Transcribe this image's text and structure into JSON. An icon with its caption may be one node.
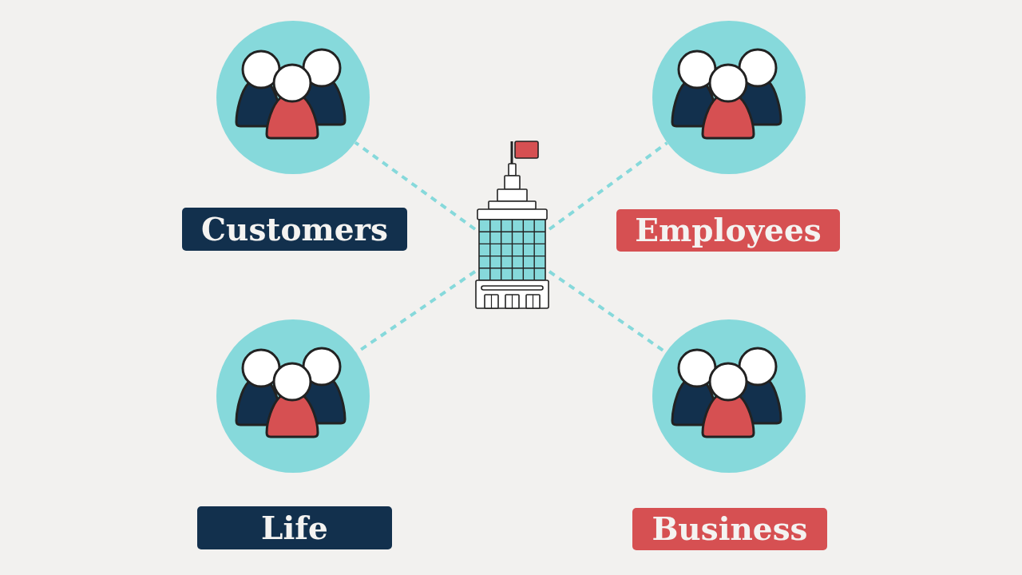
{
  "diagram": {
    "nodes": [
      {
        "text": [],
        "shape": "picture"
      },
      {
        "text": [],
        "shape": "picture"
      },
      {
        "text": [],
        "shape": "picture"
      },
      {
        "text": [
          "Customers"
        ]
      },
      {
        "text": [
          "Employees"
        ]
      },
      {
        "text": [],
        "shape": "picture"
      },
      {
        "text": [],
        "shape": "picture"
      },
      {
        "text": [
          "Life"
        ]
      },
      {
        "text": [
          "Business"
        ]
      }
    ],
    "edges": [
      {
        "from": 2,
        "to": 0,
        "arrow": "none",
        "style": "dashed"
      },
      {
        "from": 2,
        "to": 1,
        "arrow": "none",
        "style": "dashed"
      },
      {
        "from": 2,
        "to": 5,
        "arrow": "none",
        "style": "dashed"
      },
      {
        "from": 2,
        "to": 6,
        "arrow": "none",
        "style": "dashed"
      }
    ]
  }
}
